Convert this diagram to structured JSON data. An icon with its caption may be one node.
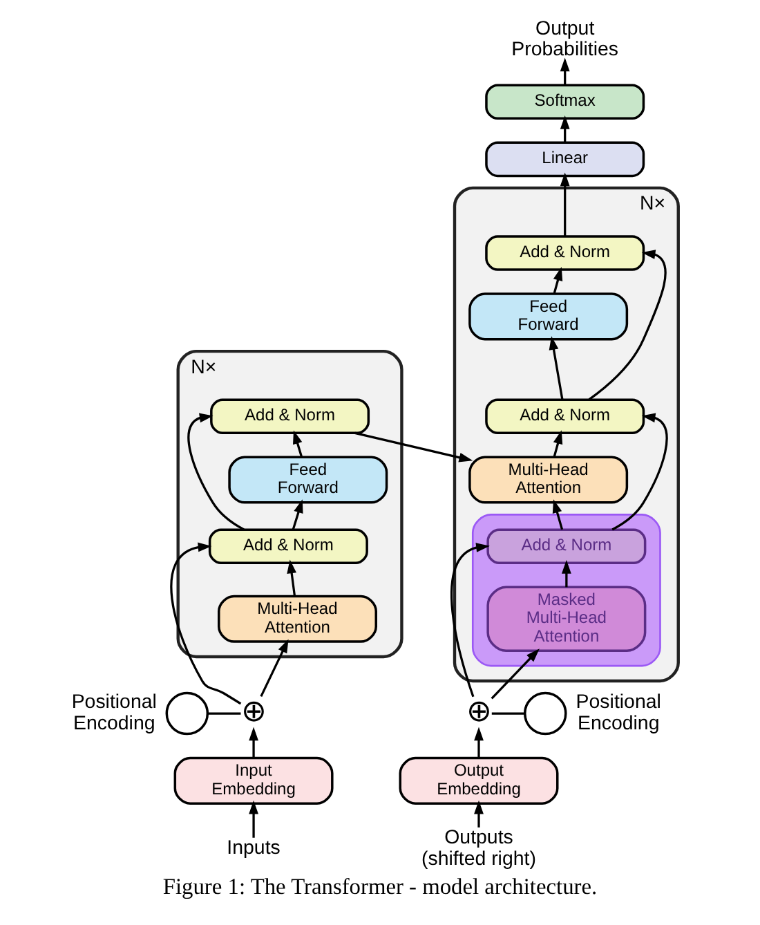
{
  "diagram": {
    "caption": "Figure 1: The Transformer - model architecture.",
    "nodes": [
      {
        "text": [
          "Output Probabilities"
        ]
      },
      {
        "text": [
          "Softmax"
        ]
      },
      {
        "text": [
          "Linear"
        ]
      },
      {
        "text": [],
        "shape": "box",
        "beside": [
          "N×"
        ]
      },
      {
        "text": [
          "Add & Norm"
        ],
        "in": 3
      },
      {
        "text": [
          "Feed Forward"
        ],
        "in": 3
      },
      {
        "text": [
          "Add & Norm"
        ],
        "in": 3
      },
      {
        "text": [
          "Multi-Head Attention"
        ],
        "in": 3
      },
      {
        "text": [],
        "shape": "box",
        "in": 3
      },
      {
        "text": [
          "Add & Norm"
        ],
        "in": 8
      },
      {
        "text": [
          "Masked Multi-Head Attention"
        ],
        "in": 8
      },
      {
        "text": [],
        "shape": "box",
        "beside": [
          "N×"
        ]
      },
      {
        "text": [
          "Add & Norm"
        ],
        "in": 11
      },
      {
        "text": [
          "Feed Forward"
        ],
        "in": 11
      },
      {
        "text": [
          "Add & Norm"
        ],
        "in": 11
      },
      {
        "text": [
          "Multi-Head Attention"
        ],
        "in": 11
      },
      {
        "text": [],
        "shape": "circle",
        "beside": [
          "Positional Encoding"
        ]
      },
      {
        "text": [
          "⊕"
        ]
      },
      {
        "text": [
          "⊕"
        ]
      },
      {
        "text": [],
        "shape": "circle",
        "beside": [
          "Positional Encoding"
        ]
      },
      {
        "text": [
          "Input Embedding"
        ]
      },
      {
        "text": [
          "Output Embedding"
        ]
      },
      {
        "text": [
          "Inputs"
        ]
      },
      {
        "text": [
          "Outputs (shifted right)"
        ]
      }
    ],
    "edges": [
      {
        "from": 22,
        "to": 20,
        "arrow": "to"
      },
      {
        "from": 20,
        "to": 17,
        "arrow": "to"
      },
      {
        "from": 16,
        "to": 17,
        "arrow": "none"
      },
      {
        "from": 17,
        "to": 15,
        "arrow": "to"
      },
      {
        "from": 17,
        "to": 14,
        "arrow": "to"
      },
      {
        "from": 15,
        "to": 14,
        "arrow": "to"
      },
      {
        "from": 14,
        "to": 13,
        "arrow": "to"
      },
      {
        "from": 14,
        "to": 12,
        "arrow": "to"
      },
      {
        "from": 13,
        "to": 12,
        "arrow": "to"
      },
      {
        "from": 12,
        "to": 7,
        "arrow": "to"
      },
      {
        "from": 23,
        "to": 21,
        "arrow": "to"
      },
      {
        "from": 21,
        "to": 18,
        "arrow": "to"
      },
      {
        "from": 18,
        "to": 19,
        "arrow": "none"
      },
      {
        "from": 18,
        "to": 10,
        "arrow": "to"
      },
      {
        "from": 18,
        "to": 9,
        "arrow": "to"
      },
      {
        "from": 10,
        "to": 9,
        "arrow": "to"
      },
      {
        "from": 9,
        "to": 7,
        "arrow": "to"
      },
      {
        "from": 9,
        "to": 6,
        "arrow": "to"
      },
      {
        "from": 7,
        "to": 6,
        "arrow": "to"
      },
      {
        "from": 6,
        "to": 5,
        "arrow": "to"
      },
      {
        "from": 6,
        "to": 4,
        "arrow": "to"
      },
      {
        "from": 5,
        "to": 4,
        "arrow": "to"
      },
      {
        "from": 4,
        "to": 2,
        "arrow": "to"
      },
      {
        "from": 2,
        "to": 1,
        "arrow": "to"
      },
      {
        "from": 1,
        "to": 0,
        "arrow": "to"
      }
    ]
  }
}
